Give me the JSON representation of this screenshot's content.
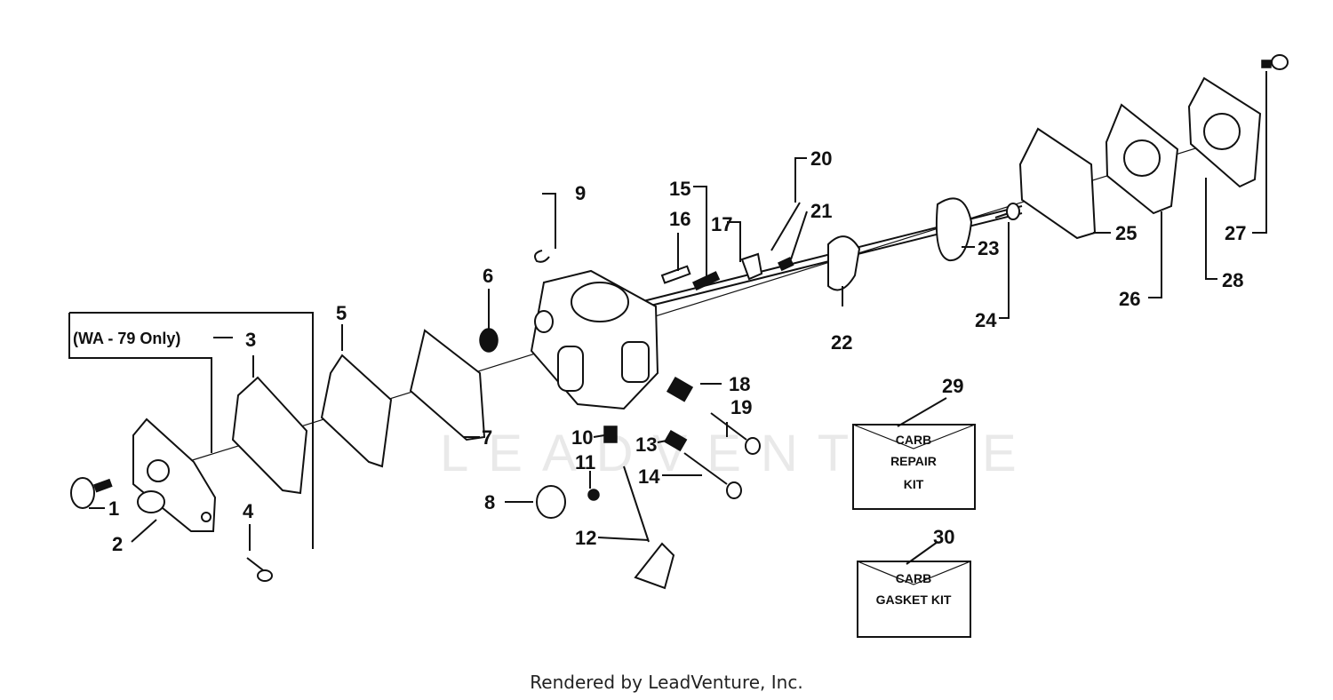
{
  "diagram": {
    "note": "(WA - 79 Only)",
    "watermark": "LEADVENTURE",
    "callouts": [
      "1",
      "2",
      "3",
      "4",
      "5",
      "6",
      "7",
      "8",
      "9",
      "10",
      "11",
      "12",
      "13",
      "14",
      "15",
      "16",
      "17",
      "18",
      "19",
      "20",
      "21",
      "22",
      "23",
      "24",
      "25",
      "26",
      "27",
      "28",
      "29",
      "30"
    ],
    "kits": {
      "repair": [
        "CARB",
        "REPAIR",
        "KIT"
      ],
      "gasket": [
        "CARB",
        "GASKET KIT"
      ]
    }
  },
  "footer": {
    "text": "Rendered by LeadVenture, Inc."
  }
}
